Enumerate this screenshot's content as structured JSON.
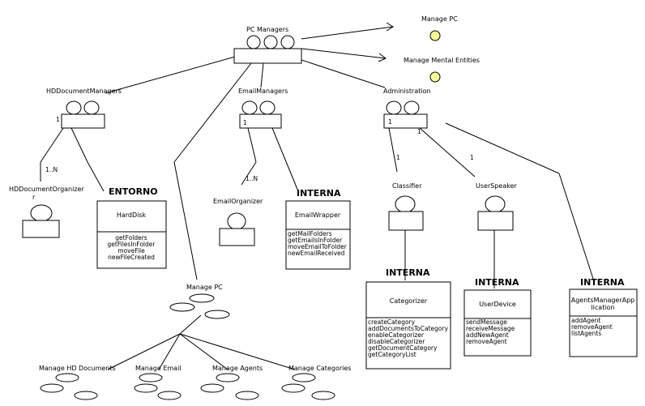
{
  "colors": {
    "ink": "#000000",
    "background": "#ffffff",
    "goal_fill": "#ffff99"
  },
  "top": {
    "title": "PC Managers",
    "goals": [
      {
        "label": "Manage PC"
      },
      {
        "label": "Manage Mental Entities"
      }
    ]
  },
  "hd": {
    "title": "HDDocumentManagers",
    "mult": "1",
    "child_mult": "1..N",
    "child_name": "HDDocumentOrganizer",
    "env_label": "ENTORNO",
    "resource": {
      "name": "HardDisk",
      "ops": [
        "getFolders",
        "getFilesInFolder",
        "moveFile",
        "newFileCreated"
      ]
    }
  },
  "email": {
    "title": "EmailManagers",
    "mult": "1",
    "child_mult": "1..N",
    "child_name": "EmailOrganizer",
    "env_label": "INTERNA",
    "resource": {
      "name": "EmailWrapper",
      "ops": [
        "getMailFolders",
        "getEmailsInFolder",
        "moveEmailToFolder",
        "newEmailReceived"
      ]
    }
  },
  "admin": {
    "title": "Administration",
    "mult_a": "1",
    "mult_b": "1",
    "mult_classifier": "1",
    "mult_speaker": "1",
    "classifier": "Classifier",
    "speaker": "UserSpeaker"
  },
  "categorizer": {
    "env_label": "INTERNA",
    "name": "Categorizer",
    "ops": [
      "createCategory",
      "addDocumentsToCategory",
      "enableCategorizer",
      "disableCategorizer",
      "getDocumentCategory",
      "getCategoryList"
    ]
  },
  "userdevice": {
    "env_label": "INTERNA",
    "name": "UserDevice",
    "ops": [
      "sendMessage",
      "receiveMessage",
      "addNewAgent",
      "removeAgent"
    ]
  },
  "agentsapp": {
    "env_label": "INTERNA",
    "name_line1": "AgentsManagerApp",
    "name_line2": "lication",
    "ops": [
      "addAgent",
      "removeAgent",
      "listAgents"
    ]
  },
  "tasks": {
    "root": "Manage PC",
    "leaves": [
      "Manage HD Documents",
      "Manage Email",
      "Manage Agents",
      "Manage Categories"
    ]
  }
}
